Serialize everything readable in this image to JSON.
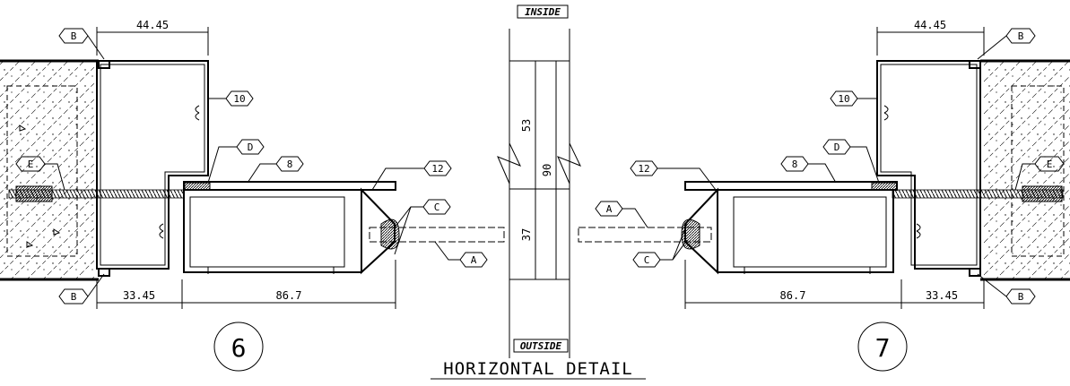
{
  "header": {
    "inside_label": "INSIDE",
    "outside_label": "OUTSIDE"
  },
  "title": "HORIZONTAL DETAIL",
  "detail_numbers": {
    "left": "6",
    "right": "7"
  },
  "dimensions": {
    "left_top": "44.45",
    "right_top": "44.45",
    "left_bottom_small": "33.45",
    "left_bottom_large": "86.7",
    "right_bottom_large": "86.7",
    "right_bottom_small": "33.45",
    "center_upper": "53",
    "center_lower": "37",
    "center_total": "90"
  },
  "tags": {
    "B": "B",
    "C": "C",
    "D": "D",
    "E": "E",
    "A": "A",
    "n10": "10",
    "n8": "8",
    "n12": "12"
  }
}
